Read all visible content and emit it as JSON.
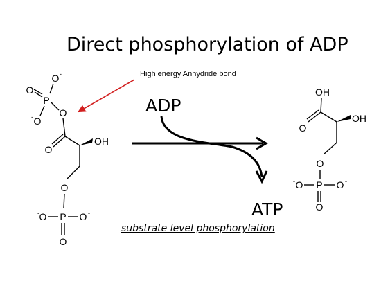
{
  "title": "Direct phosphorylation of ADP",
  "annotation": "High energy Anhydride bond",
  "labels": {
    "adp": "ADP",
    "atp": "ATP",
    "caption": "substrate level phosphorylation"
  },
  "atoms": {
    "O": "O",
    "P": "P",
    "OH": "OH",
    "H": "H",
    "charge": "-"
  },
  "colors": {
    "annotation_arrow": "#d21f1f",
    "ink": "#000000"
  }
}
